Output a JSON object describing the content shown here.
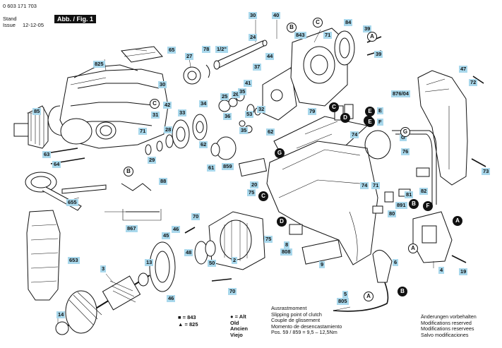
{
  "header": {
    "doc_number": "0 603 171 703",
    "stand_label": "Stand",
    "stand_value": "",
    "issue_label": "Issue",
    "issue_value": "12-12-05",
    "figure_label": "Abb. / Fig. 1"
  },
  "part_labels": [
    "30",
    "40",
    "84",
    "39",
    "24",
    "843",
    "71",
    "65",
    "27",
    "78",
    "1/2\"",
    "39",
    "825",
    "44",
    "37",
    "41",
    "30",
    "25",
    "26",
    "35",
    "42",
    "85",
    "71",
    "31",
    "33",
    "34",
    "36",
    "53",
    "32",
    "28",
    "35",
    "79",
    "876/04",
    "E",
    "F",
    "74",
    "G",
    "47",
    "72",
    "62",
    "63",
    "64",
    "29",
    "62",
    "61",
    "859",
    "76",
    "73",
    "20",
    "75",
    "74",
    "71",
    "81",
    "82",
    "88",
    "655",
    "891",
    "80",
    "70",
    "45",
    "46",
    "75",
    "8",
    "808",
    "867",
    "653",
    "48",
    "50",
    "13",
    "2",
    "9",
    "6",
    "3",
    "46",
    "70",
    "14",
    "4",
    "19",
    "5",
    "805"
  ],
  "callouts": [
    {
      "letter": "B",
      "style": "outline"
    },
    {
      "letter": "C",
      "style": "outline"
    },
    {
      "letter": "A",
      "style": "outline"
    },
    {
      "letter": "C",
      "style": "outline"
    },
    {
      "letter": "B",
      "style": "outline"
    },
    {
      "letter": "C",
      "style": "filled"
    },
    {
      "letter": "D",
      "style": "filled"
    },
    {
      "letter": "E",
      "style": "filled"
    },
    {
      "letter": "F",
      "style": "filled"
    },
    {
      "letter": "G",
      "style": "outline"
    },
    {
      "letter": "G",
      "style": "filled"
    },
    {
      "letter": "C",
      "style": "filled"
    },
    {
      "letter": "D",
      "style": "filled"
    },
    {
      "letter": "E",
      "style": "filled"
    },
    {
      "letter": "F",
      "style": "filled"
    },
    {
      "letter": "B",
      "style": "filled"
    },
    {
      "letter": "A",
      "style": "filled"
    },
    {
      "letter": "A",
      "style": "outline"
    },
    {
      "letter": "B",
      "style": "filled"
    },
    {
      "letter": "A",
      "style": "outline"
    }
  ],
  "legend": {
    "square_line": "■ = 843",
    "triangle_line": "▲ = 825",
    "alt_lines": [
      "● = Alt",
      "Old",
      "Ancien",
      "Viejo"
    ]
  },
  "notes_center": [
    "Ausrastmoment",
    "Slipping point of clutch",
    "Couple de glissement",
    "Momento de desencastamiento",
    "Pos.  59 / 859  =   9,5 – 12,5Nm"
  ],
  "notes_right": [
    "Änderungen vorbehalten",
    "Modifications reserved",
    "Modifications reservees",
    "Salvo modificaciones"
  ]
}
